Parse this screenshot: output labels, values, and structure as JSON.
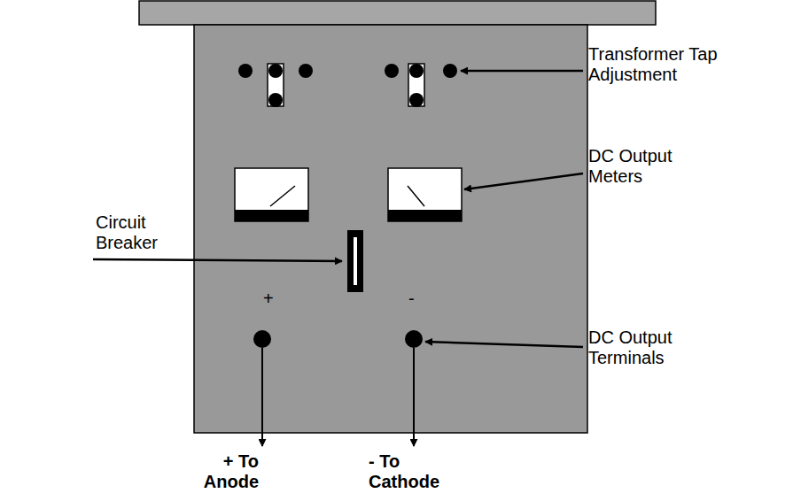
{
  "diagram": {
    "labels": [
      "Transformer Tap Adjustment",
      "DC Output Meters",
      "Circuit Breaker",
      "DC Output Terminals",
      "+",
      "-",
      "+ To Anode",
      "- To Cathode"
    ]
  }
}
